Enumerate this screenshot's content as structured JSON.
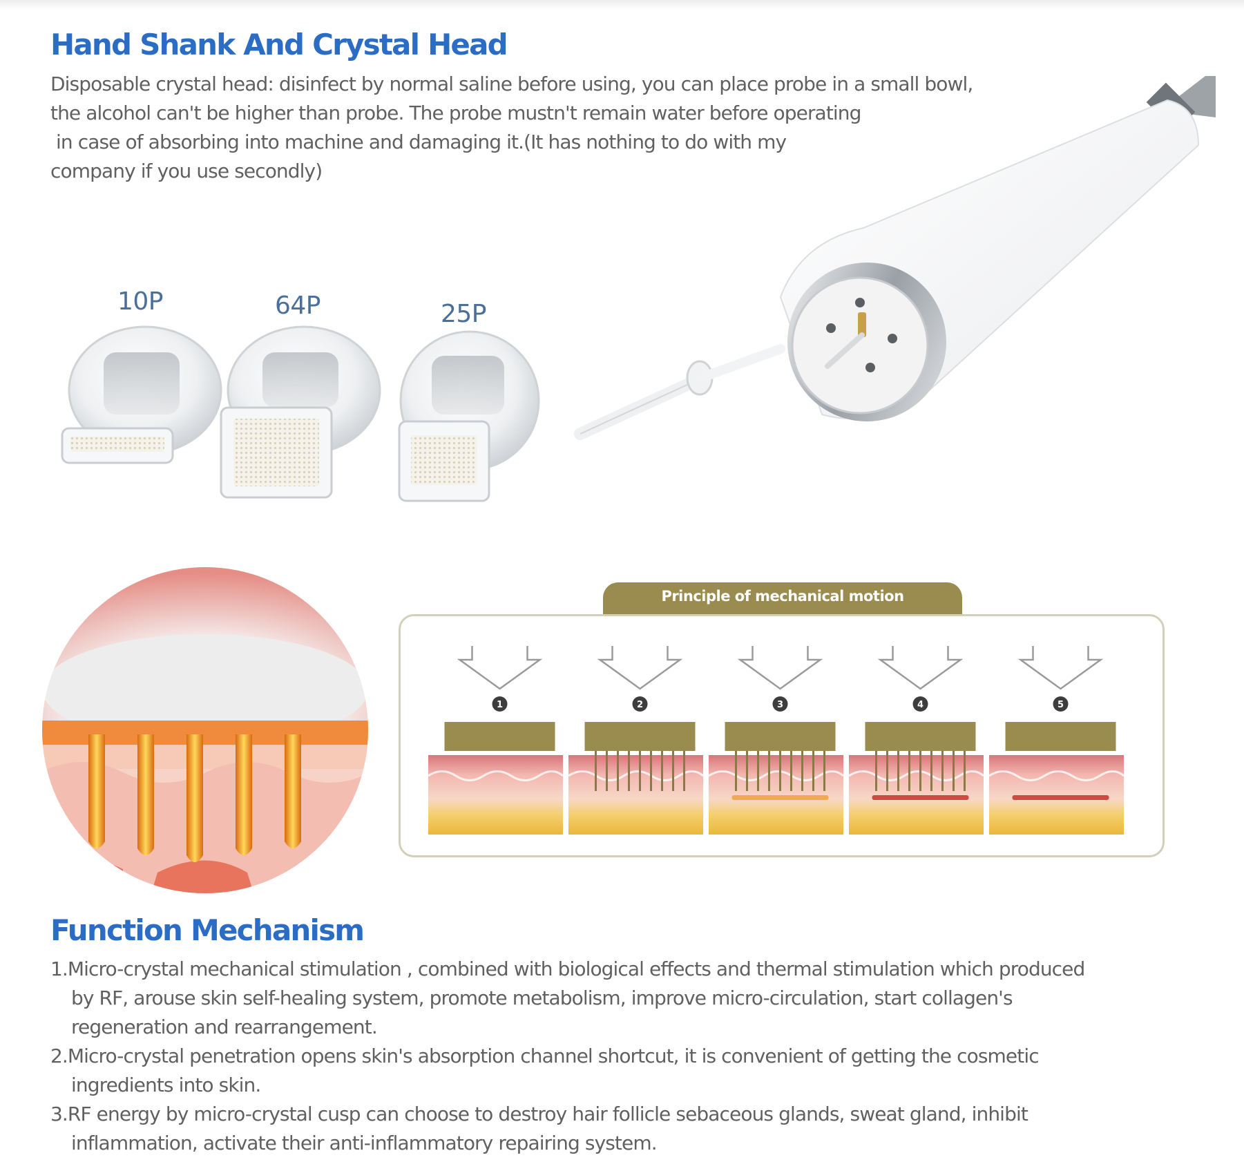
{
  "section1": {
    "title": "Hand Shank And Crystal Head",
    "lines": [
      "Disposable crystal head: disinfect by normal saline before using, you can place probe in a small bowl,",
      "the alcohol can't be higher than probe. The probe mustn't remain water before operating",
      " in case of absorbing into machine and damaging it.(It has nothing to do with my",
      "company if you use secondly)"
    ]
  },
  "heads": [
    {
      "label": "10P"
    },
    {
      "label": "64P"
    },
    {
      "label": "25P"
    }
  ],
  "principle": {
    "title": "Principle of mechanical motion",
    "steps": [
      "1",
      "2",
      "3",
      "4",
      "5"
    ]
  },
  "section2": {
    "title": "Function Mechanism",
    "items": [
      {
        "lines": [
          "1.Micro-crystal mechanical stimulation , combined with biological effects and thermal stimulation which produced",
          "by RF, arouse skin self-healing system, promote metabolism, improve micro-circulation, start collagen's",
          "regeneration and rearrangement."
        ]
      },
      {
        "lines": [
          "2.Micro-crystal penetration opens skin's absorption channel shortcut, it is convenient of getting the cosmetic",
          "ingredients into skin."
        ]
      },
      {
        "lines": [
          "3.RF energy by micro-crystal cusp can choose to destroy hair follicle sebaceous glands, sweat gland, inhibit",
          "inflammation, activate their anti-inflammatory repairing system."
        ]
      }
    ]
  },
  "colors": {
    "heading_blue": "#2b6cc4",
    "body_gray": "#606060",
    "gold": "#9a8b4e",
    "skin_pink": "#e88a86",
    "fat_yellow": "#f0c23a"
  }
}
